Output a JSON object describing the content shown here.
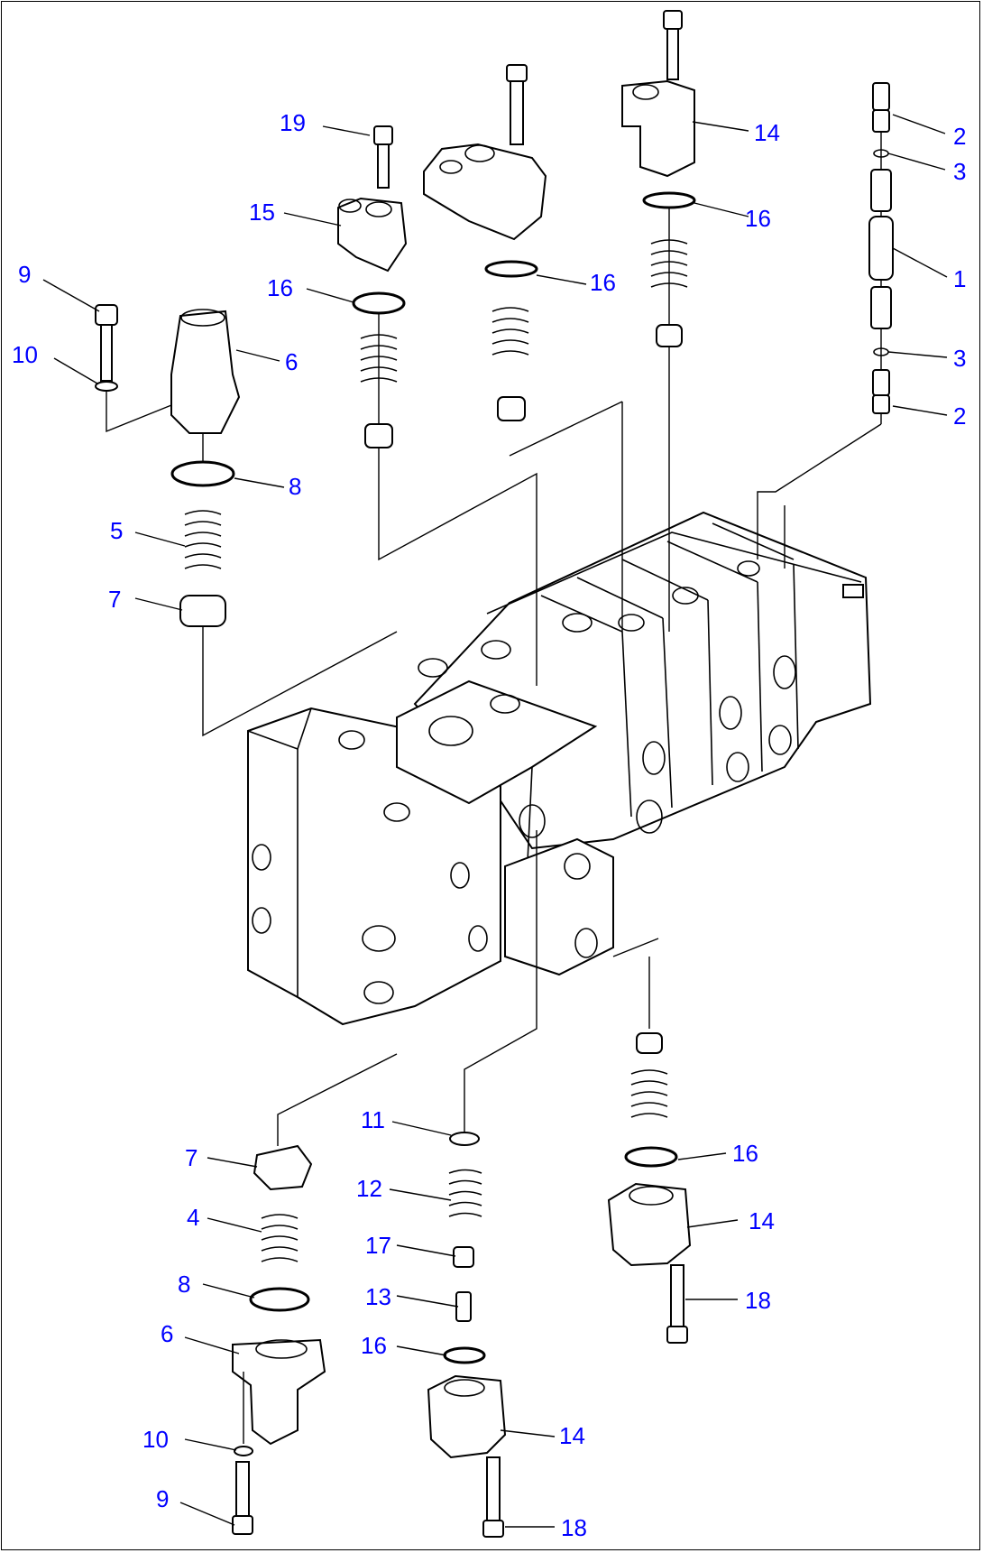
{
  "colors": {
    "callout": "#0000ff",
    "line": "#000000",
    "background": "#ffffff"
  },
  "callouts": [
    {
      "id": "c2a",
      "text": "2"
    },
    {
      "id": "c3a",
      "text": "3"
    },
    {
      "id": "c1",
      "text": "1"
    },
    {
      "id": "c3b",
      "text": "3"
    },
    {
      "id": "c2b",
      "text": "2"
    },
    {
      "id": "c14a",
      "text": "14"
    },
    {
      "id": "c16a",
      "text": "16"
    },
    {
      "id": "c16b",
      "text": "16"
    },
    {
      "id": "c19",
      "text": "19"
    },
    {
      "id": "c15",
      "text": "15"
    },
    {
      "id": "c16c",
      "text": "16"
    },
    {
      "id": "c9a",
      "text": "9"
    },
    {
      "id": "c10a",
      "text": "10"
    },
    {
      "id": "c6a",
      "text": "6"
    },
    {
      "id": "c8a",
      "text": "8"
    },
    {
      "id": "c5",
      "text": "5"
    },
    {
      "id": "c7a",
      "text": "7"
    },
    {
      "id": "c11",
      "text": "11"
    },
    {
      "id": "c12",
      "text": "12"
    },
    {
      "id": "c17",
      "text": "17"
    },
    {
      "id": "c13",
      "text": "13"
    },
    {
      "id": "c16d",
      "text": "16"
    },
    {
      "id": "c14b",
      "text": "14"
    },
    {
      "id": "c18b",
      "text": "18"
    },
    {
      "id": "c7b",
      "text": "7"
    },
    {
      "id": "c4",
      "text": "4"
    },
    {
      "id": "c8b",
      "text": "8"
    },
    {
      "id": "c6b",
      "text": "6"
    },
    {
      "id": "c10b",
      "text": "10"
    },
    {
      "id": "c9b",
      "text": "9"
    },
    {
      "id": "c16e",
      "text": "16"
    },
    {
      "id": "c14c",
      "text": "14"
    },
    {
      "id": "c18a",
      "text": "18"
    }
  ]
}
